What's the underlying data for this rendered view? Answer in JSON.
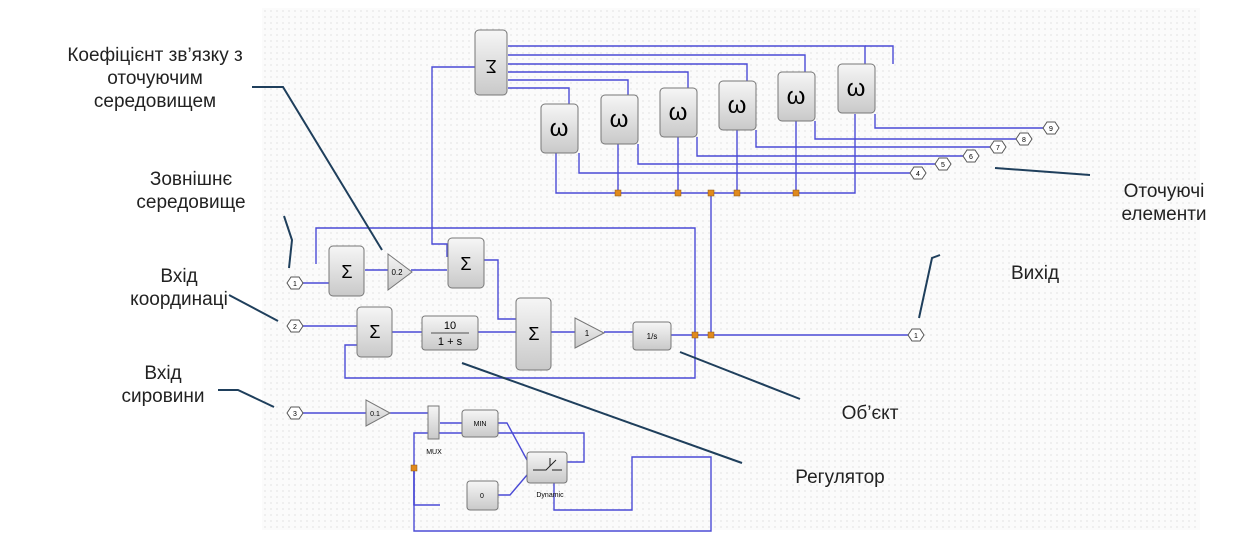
{
  "annotations": {
    "coupling": "Коефіцієнт зв’язку з\nоточуючим\nсередовищем",
    "environment": "Зовнішнє\nсередовище",
    "coordinate_input": "Вхід\nкоординаці",
    "raw_input": "Вхід\nсировини",
    "surrounding": "Оточуючі\nелементи",
    "output": "Вихід",
    "object": "Об’єкт",
    "regulator": "Регулятор"
  },
  "blocks": {
    "sum_symbol": "Σ",
    "top_sum_symbol": "Σ",
    "omega_symbol": "ω",
    "gain_coupling": "0.2",
    "gain_object": "1",
    "gain_raw": "0.1",
    "integrator": "1/s",
    "tf_numerator": "10",
    "tf_denominator": "1 + s",
    "mux": "MUX",
    "min": "MIN",
    "zero_const": "0",
    "dynamic": "Dynamic"
  },
  "ports": {
    "in_env": "1",
    "in_coord": "2",
    "in_raw": "3",
    "out": "1",
    "surr": [
      "4",
      "5",
      "6",
      "7",
      "8",
      "9"
    ]
  },
  "colors": {
    "wire": "#4b4bd6",
    "junction": "#e08a1e",
    "leader": "#1f3f5c",
    "block_fill": "#e6e6e6"
  }
}
